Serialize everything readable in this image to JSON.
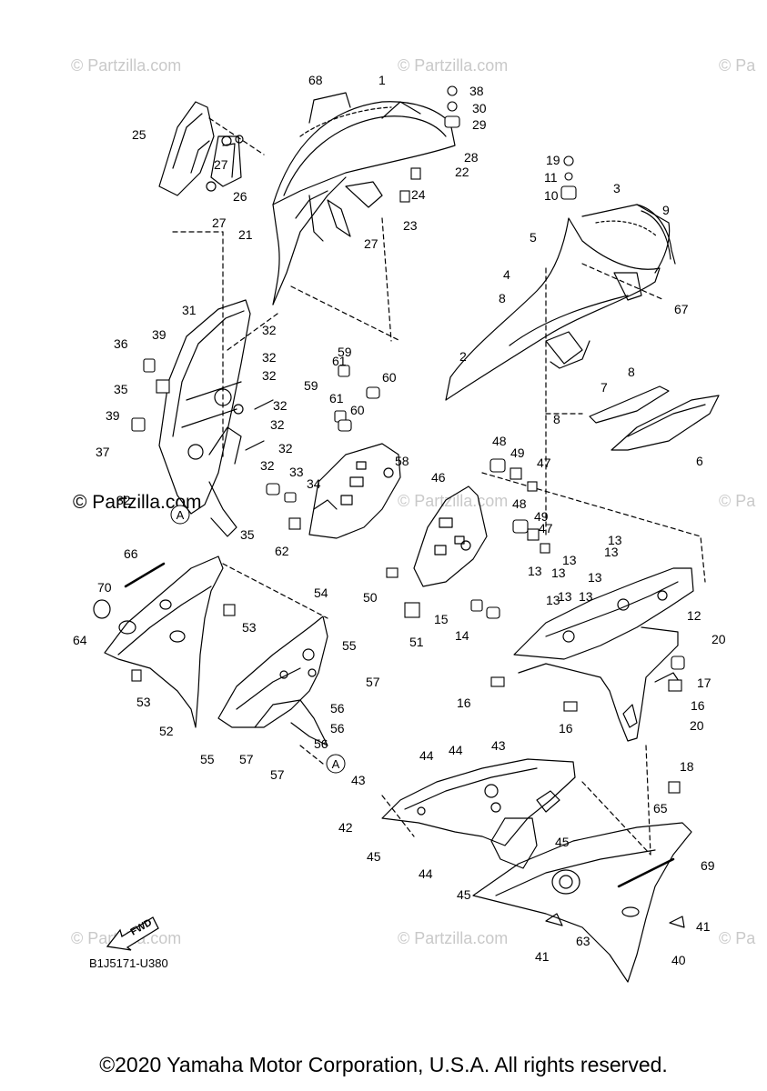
{
  "footer": {
    "copyright": "©2020 Yamaha Motor Corporation, U.S.A. All rights reserved."
  },
  "drawing_code": "B1J5171-U380",
  "fwd_label": "FWD",
  "watermark": {
    "text": "© Partzilla.com",
    "short": "© Pa"
  },
  "reference_letter": "A",
  "callouts": [
    {
      "num": "1"
    },
    {
      "num": "2"
    },
    {
      "num": "3"
    },
    {
      "num": "4"
    },
    {
      "num": "5"
    },
    {
      "num": "6"
    },
    {
      "num": "7"
    },
    {
      "num": "8"
    },
    {
      "num": "8"
    },
    {
      "num": "8"
    },
    {
      "num": "9"
    },
    {
      "num": "10"
    },
    {
      "num": "11"
    },
    {
      "num": "12"
    },
    {
      "num": "13"
    },
    {
      "num": "13"
    },
    {
      "num": "13"
    },
    {
      "num": "13"
    },
    {
      "num": "13"
    },
    {
      "num": "13"
    },
    {
      "num": "13"
    },
    {
      "num": "13"
    },
    {
      "num": "13"
    },
    {
      "num": "14"
    },
    {
      "num": "15"
    },
    {
      "num": "16"
    },
    {
      "num": "16"
    },
    {
      "num": "16"
    },
    {
      "num": "17"
    },
    {
      "num": "18"
    },
    {
      "num": "19"
    },
    {
      "num": "20"
    },
    {
      "num": "20"
    },
    {
      "num": "21"
    },
    {
      "num": "22"
    },
    {
      "num": "23"
    },
    {
      "num": "24"
    },
    {
      "num": "25"
    },
    {
      "num": "26"
    },
    {
      "num": "27"
    },
    {
      "num": "27"
    },
    {
      "num": "27"
    },
    {
      "num": "28"
    },
    {
      "num": "29"
    },
    {
      "num": "30"
    },
    {
      "num": "31"
    },
    {
      "num": "32"
    },
    {
      "num": "32"
    },
    {
      "num": "32"
    },
    {
      "num": "32"
    },
    {
      "num": "32"
    },
    {
      "num": "32"
    },
    {
      "num": "32"
    },
    {
      "num": "32"
    },
    {
      "num": "33"
    },
    {
      "num": "34"
    },
    {
      "num": "35"
    },
    {
      "num": "35"
    },
    {
      "num": "36"
    },
    {
      "num": "37"
    },
    {
      "num": "38"
    },
    {
      "num": "39"
    },
    {
      "num": "39"
    },
    {
      "num": "40"
    },
    {
      "num": "41"
    },
    {
      "num": "41"
    },
    {
      "num": "42"
    },
    {
      "num": "43"
    },
    {
      "num": "43"
    },
    {
      "num": "44"
    },
    {
      "num": "44"
    },
    {
      "num": "44"
    },
    {
      "num": "45"
    },
    {
      "num": "45"
    },
    {
      "num": "45"
    },
    {
      "num": "46"
    },
    {
      "num": "47"
    },
    {
      "num": "47"
    },
    {
      "num": "48"
    },
    {
      "num": "48"
    },
    {
      "num": "49"
    },
    {
      "num": "49"
    },
    {
      "num": "50"
    },
    {
      "num": "51"
    },
    {
      "num": "52"
    },
    {
      "num": "53"
    },
    {
      "num": "53"
    },
    {
      "num": "54"
    },
    {
      "num": "55"
    },
    {
      "num": "55"
    },
    {
      "num": "56"
    },
    {
      "num": "56"
    },
    {
      "num": "56"
    },
    {
      "num": "57"
    },
    {
      "num": "57"
    },
    {
      "num": "57"
    },
    {
      "num": "58"
    },
    {
      "num": "59"
    },
    {
      "num": "59"
    },
    {
      "num": "60"
    },
    {
      "num": "60"
    },
    {
      "num": "61"
    },
    {
      "num": "61"
    },
    {
      "num": "62"
    },
    {
      "num": "63"
    },
    {
      "num": "64"
    },
    {
      "num": "65"
    },
    {
      "num": "66"
    },
    {
      "num": "67"
    },
    {
      "num": "68"
    },
    {
      "num": "69"
    },
    {
      "num": "70"
    }
  ]
}
